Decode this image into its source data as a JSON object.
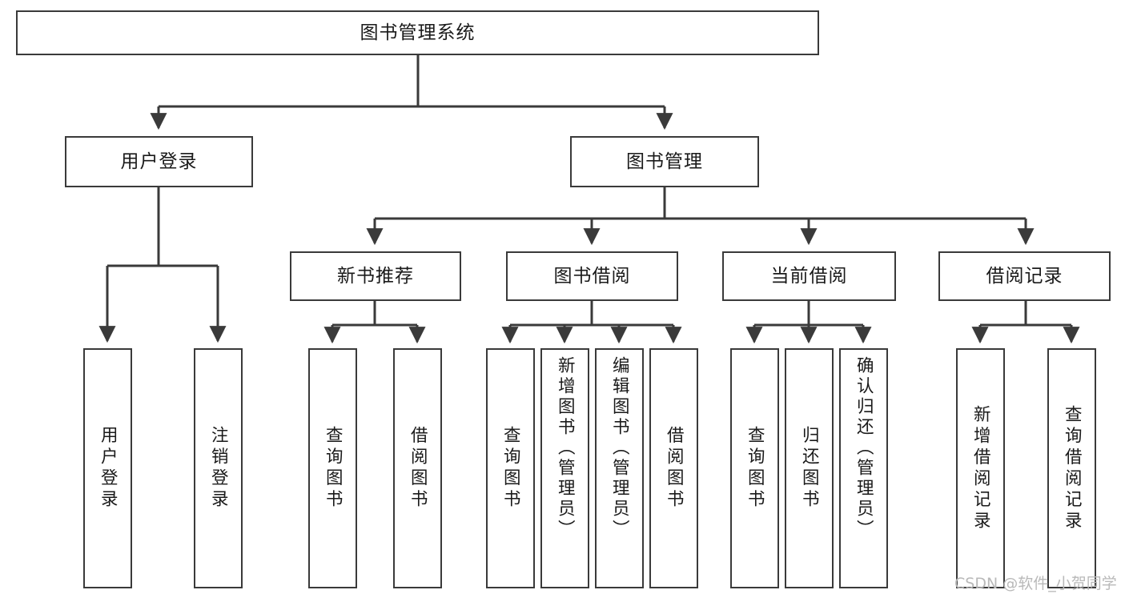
{
  "diagram": {
    "type": "tree-hierarchy-chart",
    "title": "图书管理系统",
    "stroke_color": "#3a3a3a",
    "fill_color": "#ffffff",
    "text_color": "#1a1a1a",
    "root": {
      "id": "root",
      "label": "图书管理系统"
    },
    "level2": [
      {
        "id": "user-login",
        "label": "用户登录"
      },
      {
        "id": "book-management",
        "label": "图书管理"
      }
    ],
    "level3": [
      {
        "id": "new-book-recommend",
        "label": "新书推荐",
        "parent": "book-management"
      },
      {
        "id": "book-borrow",
        "label": "图书借阅",
        "parent": "book-management"
      },
      {
        "id": "current-borrow",
        "label": "当前借阅",
        "parent": "book-management"
      },
      {
        "id": "borrow-record",
        "label": "借阅记录",
        "parent": "book-management"
      }
    ],
    "leaves": [
      {
        "id": "leaf-user-login",
        "label": "用户登录",
        "parent": "user-login"
      },
      {
        "id": "leaf-logout-login",
        "label": "注销登录",
        "parent": "user-login"
      },
      {
        "id": "leaf-query-book-1",
        "label": "查询图书",
        "parent": "new-book-recommend"
      },
      {
        "id": "leaf-borrow-book-1",
        "label": "借阅图书",
        "parent": "new-book-recommend"
      },
      {
        "id": "leaf-query-book-2",
        "label": "查询图书",
        "parent": "book-borrow"
      },
      {
        "id": "leaf-add-book",
        "label": "新增图书（管理员）",
        "parent": "book-borrow"
      },
      {
        "id": "leaf-edit-book",
        "label": "编辑图书（管理员）",
        "parent": "book-borrow"
      },
      {
        "id": "leaf-borrow-book-2",
        "label": "借阅图书",
        "parent": "book-borrow"
      },
      {
        "id": "leaf-query-book-3",
        "label": "查询图书",
        "parent": "current-borrow"
      },
      {
        "id": "leaf-return-book",
        "label": "归还图书",
        "parent": "current-borrow"
      },
      {
        "id": "leaf-confirm-return",
        "label": "确认归还（管理员）",
        "parent": "current-borrow"
      },
      {
        "id": "leaf-add-record",
        "label": "新增借阅记录",
        "parent": "borrow-record"
      },
      {
        "id": "leaf-query-record",
        "label": "查询借阅记录",
        "parent": "borrow-record"
      }
    ]
  },
  "watermark": {
    "text": "CSDN @软件_小贺同学"
  }
}
